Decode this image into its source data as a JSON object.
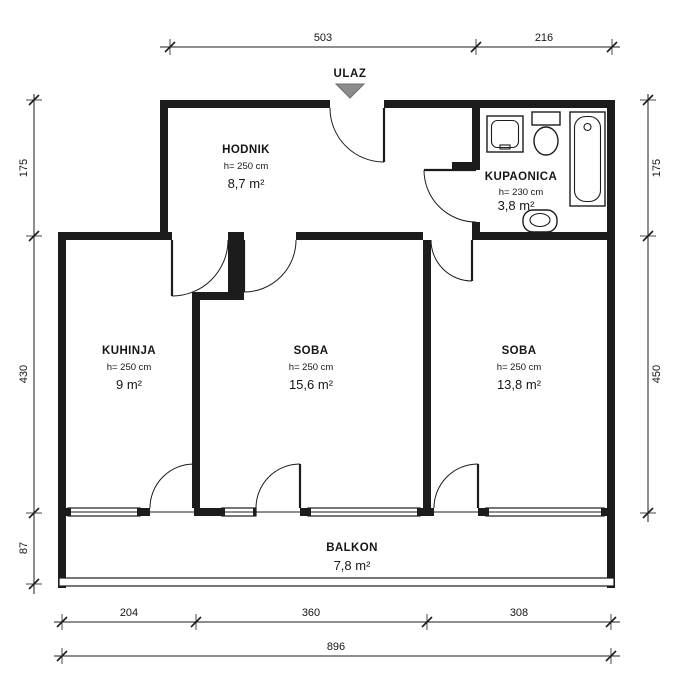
{
  "entrance": {
    "label": "ULAZ"
  },
  "rooms": {
    "hodnik": {
      "name": "HODNIK",
      "height": "h= 250 cm",
      "area": "8,7 m²"
    },
    "kupaonica": {
      "name": "KUPAONICA",
      "height": "h= 230 cm",
      "area": "3,8 m²"
    },
    "kuhinja": {
      "name": "KUHINJA",
      "height": "h= 250 cm",
      "area": "9 m²"
    },
    "soba_center": {
      "name": "SOBA",
      "height": "h= 250 cm",
      "area": "15,6 m²"
    },
    "soba_right": {
      "name": "SOBA",
      "height": "h= 250 cm",
      "area": "13,8 m²"
    },
    "balkon": {
      "name": "BALKON",
      "area": "7,8 m²"
    }
  },
  "dimensions": {
    "top": [
      "503",
      "216"
    ],
    "left": [
      "175",
      "430",
      "87"
    ],
    "right": [
      "175",
      "450"
    ],
    "bottom": [
      "204",
      "360",
      "308"
    ],
    "overall_width": "896"
  },
  "colors": {
    "wall": "#1c1c1c",
    "entrance_arrow": "#8c8c8c",
    "background": "#ffffff"
  }
}
